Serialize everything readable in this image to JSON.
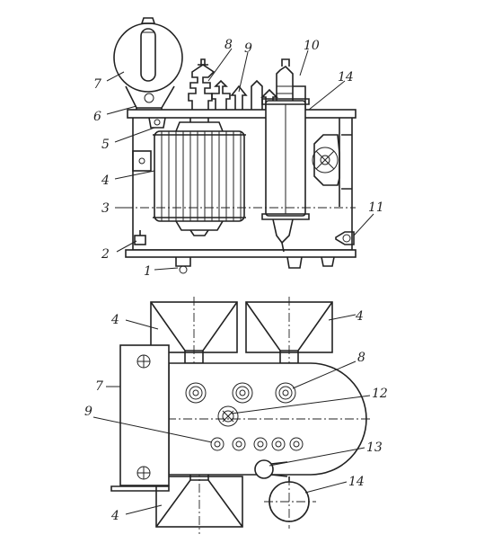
{
  "colors": {
    "ink": "#222222",
    "background": "#ffffff"
  },
  "labels": {
    "l1": "1",
    "l2": "2",
    "l3": "3",
    "l4": "4",
    "l5": "5",
    "l6": "6",
    "l7": "7",
    "l8": "8",
    "l9": "9",
    "l10": "10",
    "l11": "11",
    "l14": "14",
    "p4a": "4",
    "p4b": "4",
    "p4c": "4",
    "p7": "7",
    "p8": "8",
    "p9": "9",
    "p12": "12",
    "p13": "13",
    "p14": "14"
  }
}
